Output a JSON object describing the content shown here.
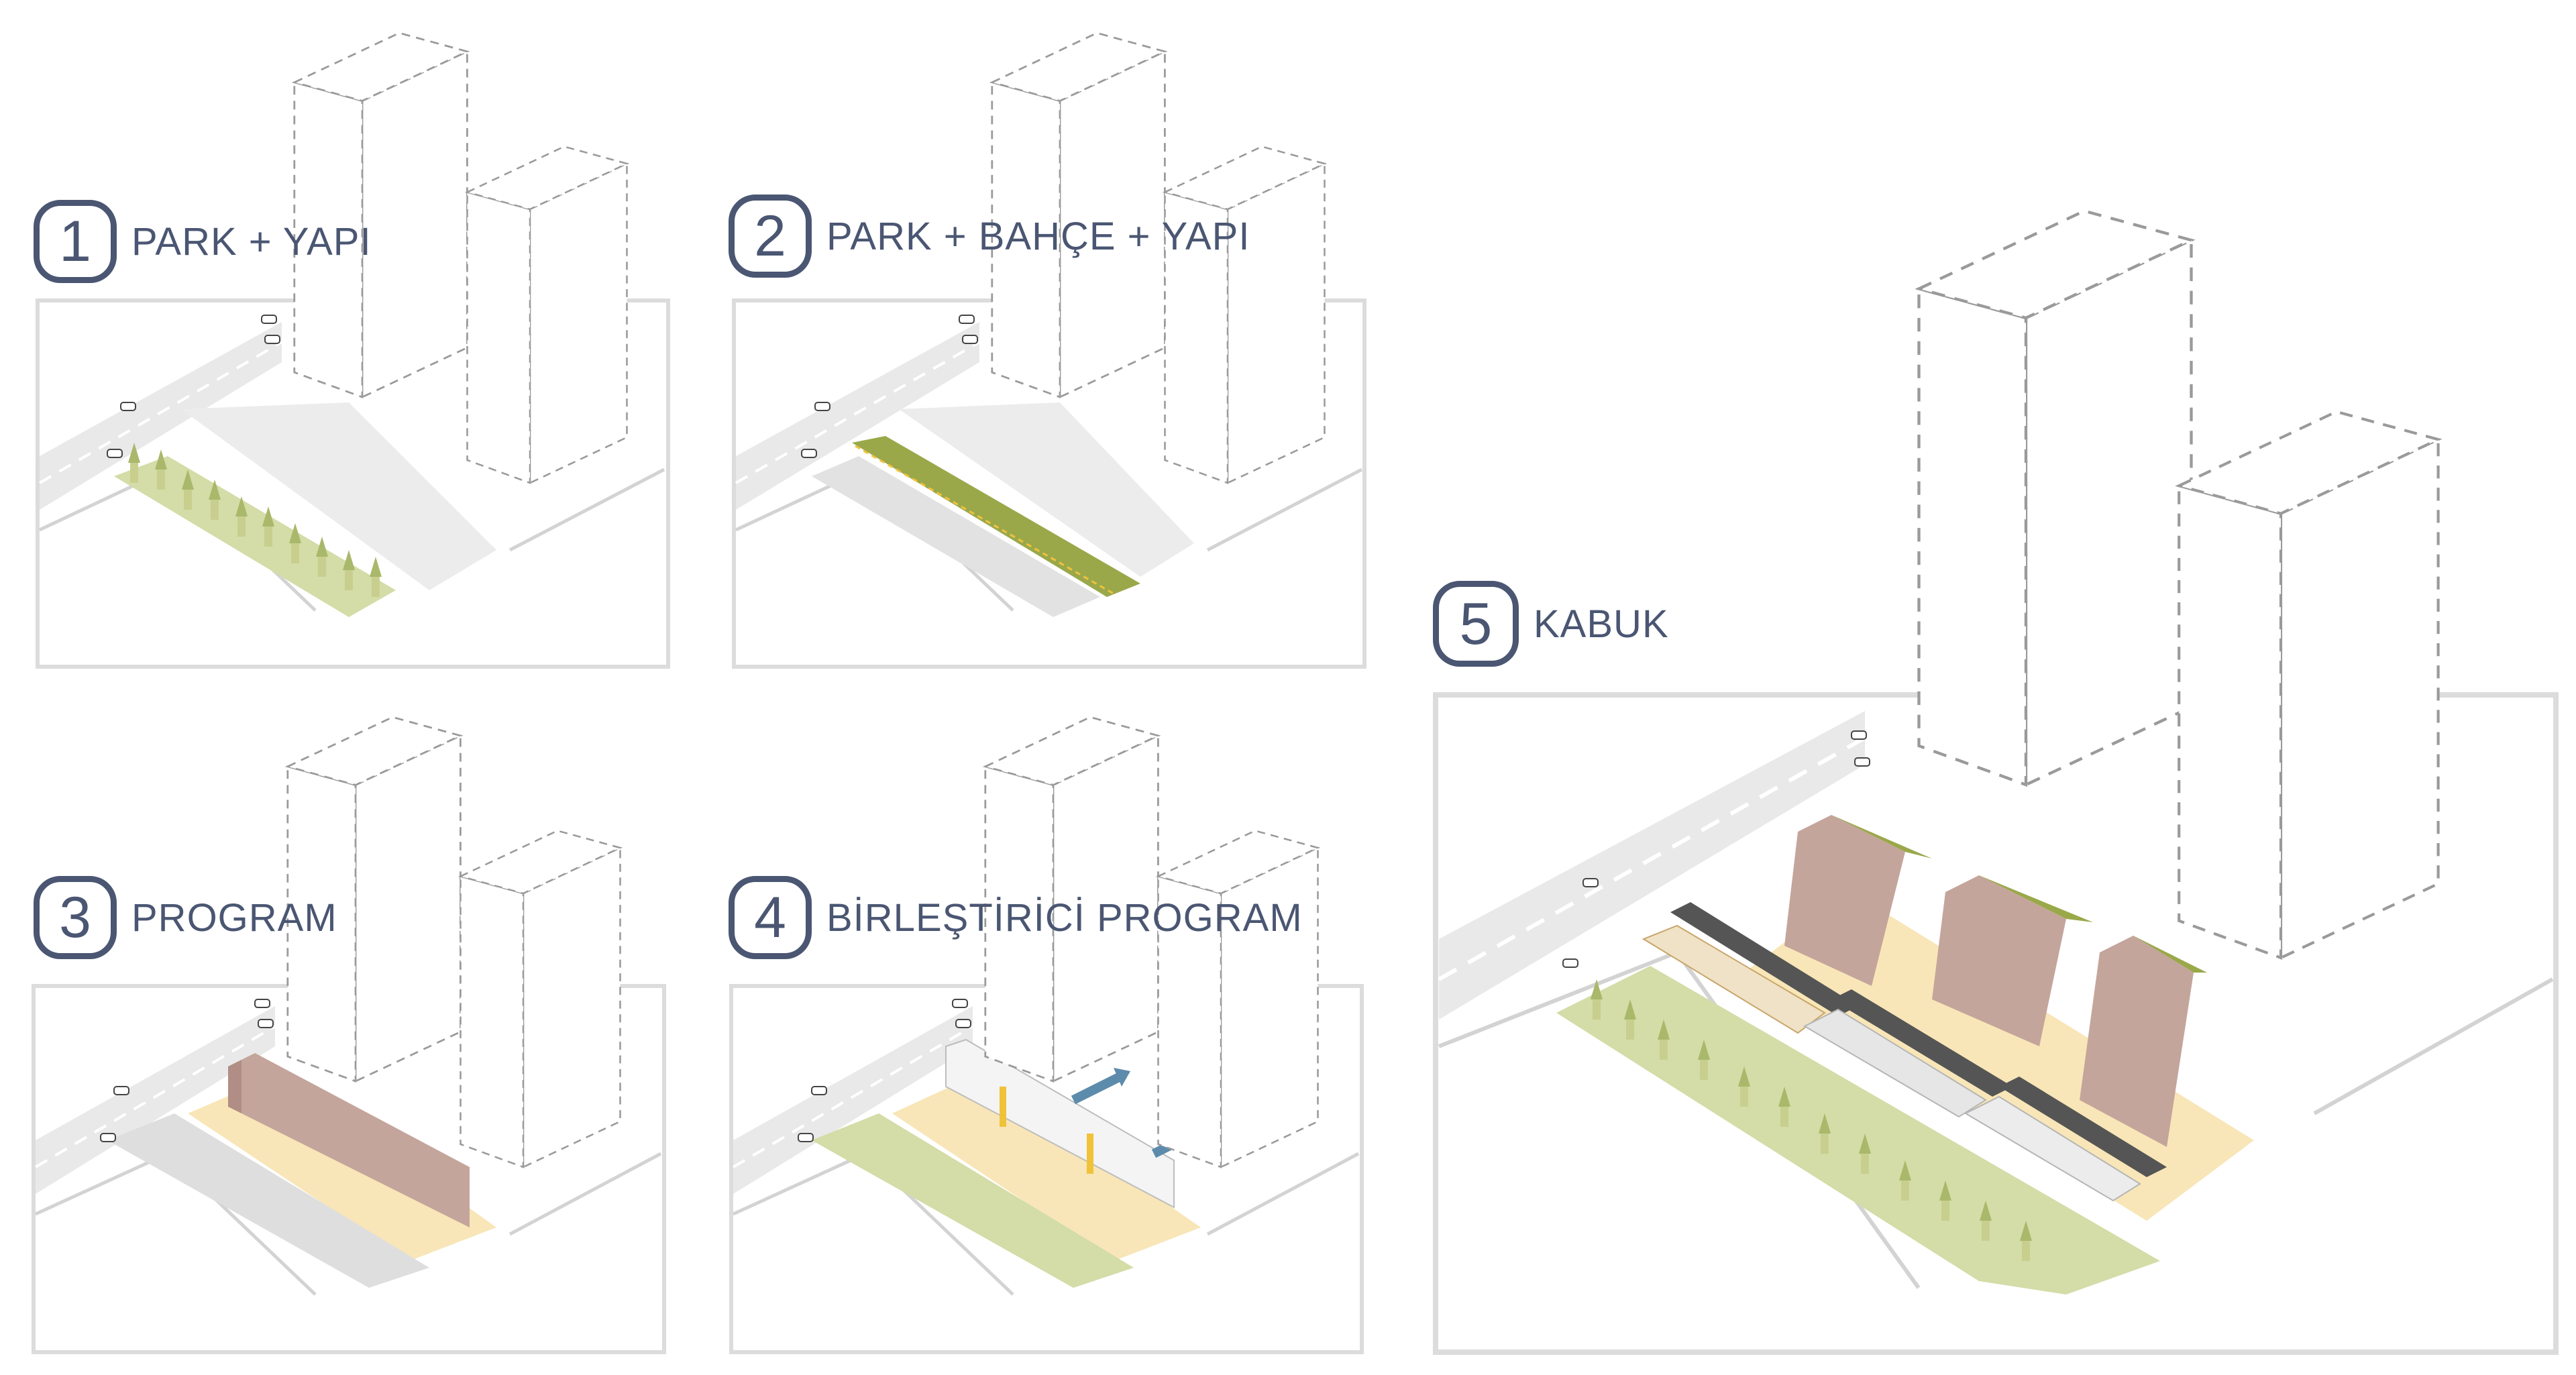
{
  "steps": [
    {
      "number": "1",
      "title": "PARK + YAPI"
    },
    {
      "number": "2",
      "title": "PARK + BAHÇE + YAPI"
    },
    {
      "number": "3",
      "title": "PROGRAM"
    },
    {
      "number": "4",
      "title": "BİRLEŞTİRİCİ PROGRAM"
    },
    {
      "number": "5",
      "title": "KABUK"
    }
  ],
  "colors": {
    "text": "#4a5672",
    "frame": "#dcdcdc",
    "park_green": "#d4dca7",
    "garden_green": "#9aa84a",
    "plaza_sand": "#f8e6b8",
    "facade_pink": "#c4a59b",
    "accent_yellow": "#f0c23a",
    "arrow_blue": "#5d8bab"
  }
}
